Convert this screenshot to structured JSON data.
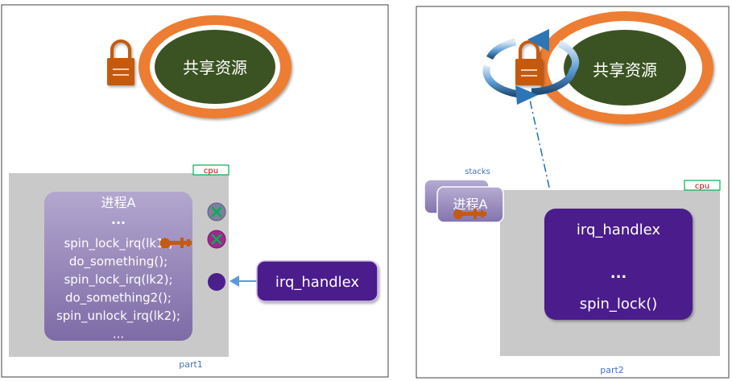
{
  "part1": {
    "caption": "part1",
    "resource_label": "共享资源",
    "cpu_label": "cpu",
    "process": {
      "title": "进程A",
      "dots": "...",
      "lines": [
        "spin_lock_irq(lk1);",
        "do_something();",
        "spin_lock_irq(lk2);",
        "do_something2();",
        "spin_unlock_irq(lk2);",
        "..."
      ]
    },
    "irq_label": "irq_handlex"
  },
  "part2": {
    "caption": "part2",
    "resource_label": "共享资源",
    "cpu_label": "cpu",
    "stacks_label": "stacks",
    "process_label": "进程A",
    "irq": {
      "title": "irq_handlex",
      "dots": "...",
      "call": "spin_lock()"
    }
  },
  "colors": {
    "resource_fill": "#3b5223",
    "ring": "#ed7d31",
    "lock": "#c55a11",
    "cpu_area": "#c9c9c9",
    "process_fill": "#8e7fae",
    "irq_fill": "#4b1f8c",
    "cpu_border": "#00b050",
    "cpu_text": "#c00000",
    "caption": "#4472c4",
    "arrow": "#2e75b6"
  }
}
